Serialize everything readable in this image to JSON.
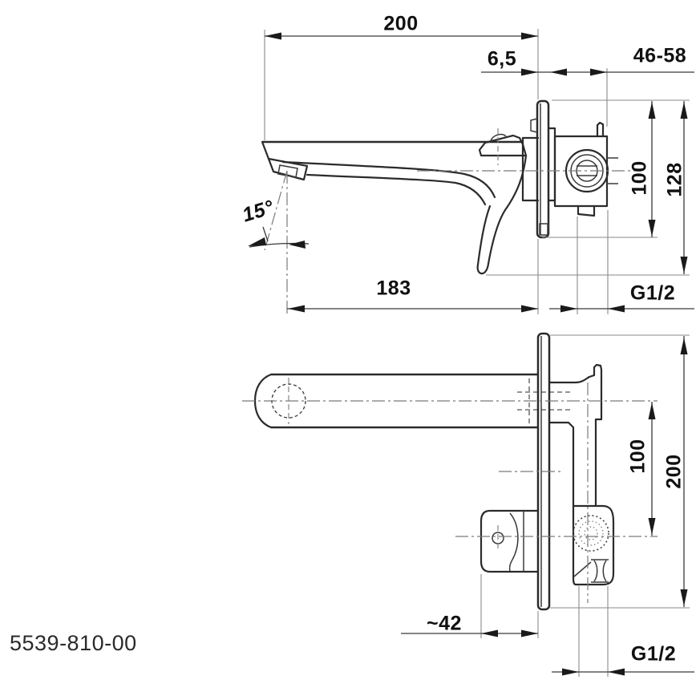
{
  "colors": {
    "outline": "#2b2b2b",
    "dimension_lines": "#3a3a3a",
    "extension_lines": "#8a8a8a",
    "text": "#101010"
  },
  "part_number": "5539-810-00",
  "side_view": {
    "spout_length": "200",
    "plate_thickness": "6,5",
    "mounting_depth": "46-58",
    "plate_height": "100",
    "overall_height": "128",
    "spout_angle": "15°",
    "spout_reach": "183",
    "inlet_thread": "G1/2"
  },
  "plan_view": {
    "spout_to_handle_distance": "100",
    "plate_width": "200",
    "handle_projection": "~42",
    "outlet_thread": "G1/2"
  }
}
